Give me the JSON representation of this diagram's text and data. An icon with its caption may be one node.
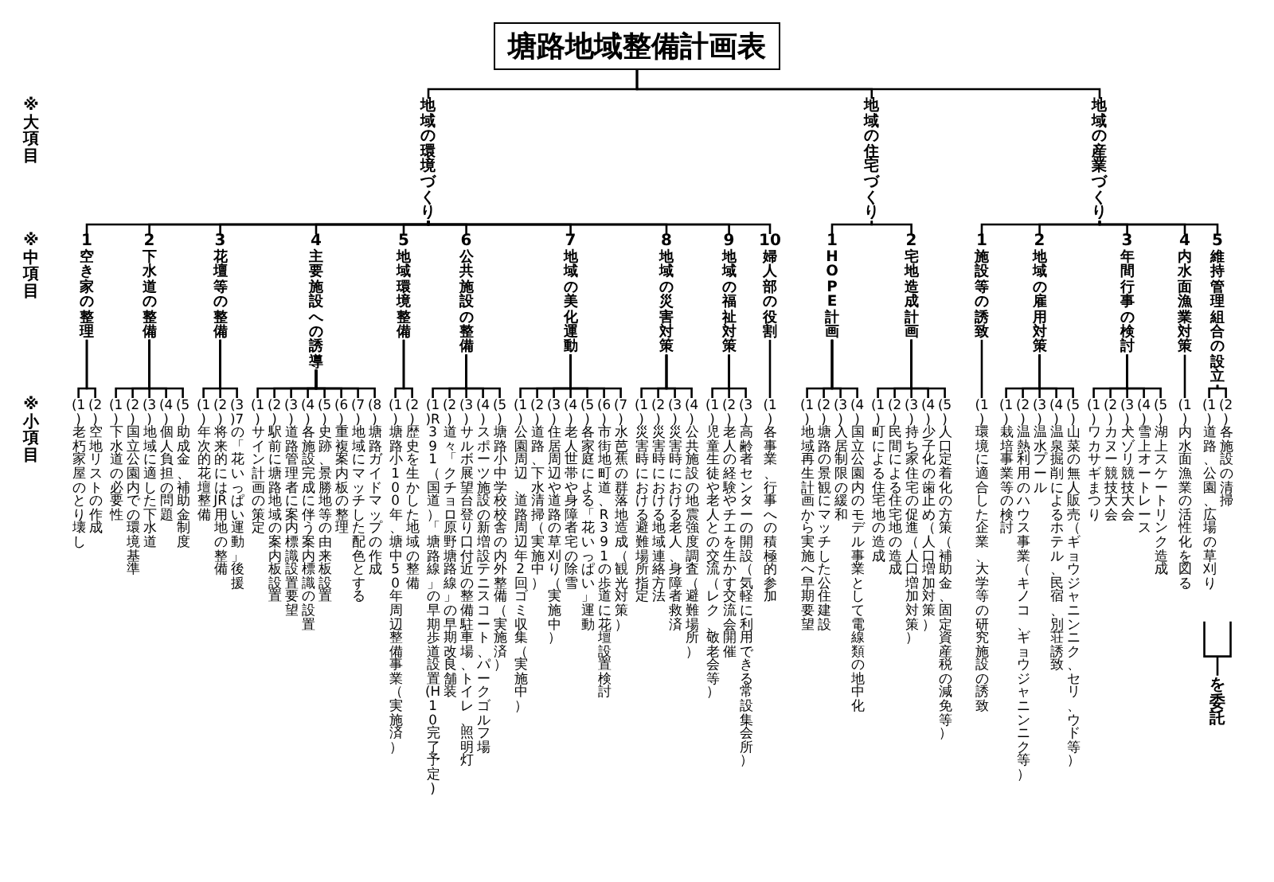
{
  "diagram": {
    "nodes": [
      {
        "text": [
          "塘路地域整備計画表"
        ]
      },
      {
        "text": [
          "地域の環境づくり"
        ]
      },
      {
        "text": [
          "地域の住宅づくり"
        ]
      },
      {
        "text": [
          "地域の産業づくり"
        ]
      },
      {
        "text": [
          "1",
          "空き家の整理"
        ]
      },
      {
        "text": [
          "(1)老朽家屋のとり壊し"
        ]
      },
      {
        "text": [
          "(2)空地リストの作成"
        ]
      },
      {
        "text": [
          "2",
          "下水道の整備"
        ]
      },
      {
        "text": [
          "(1)下水道の必要性"
        ]
      },
      {
        "text": [
          "(2)国立公園内での環境基準"
        ]
      },
      {
        "text": [
          "(3)地域に適した下水道"
        ]
      },
      {
        "text": [
          "(4)個人負担の問題"
        ]
      },
      {
        "text": [
          "(5)助成金、補助金制度"
        ]
      },
      {
        "text": [
          "3",
          "花壇等の整備"
        ]
      },
      {
        "text": [
          "(1)年次的花壇整備"
        ]
      },
      {
        "text": [
          "(2)将来的にはJR用地の整備"
        ]
      },
      {
        "text": [
          "(3)7の「花いっぱい運動」後援"
        ]
      },
      {
        "text": [
          "4",
          "主要施設への誘導"
        ]
      },
      {
        "text": [
          "(1)サイン計画の策定"
        ]
      },
      {
        "text": [
          "(2)駅前に塘路地域の案内板設置"
        ]
      },
      {
        "text": [
          "(3)道路管理者に案内標識設置要望"
        ]
      },
      {
        "text": [
          "(4)各施設完成に伴う案内標識の設置"
        ]
      },
      {
        "text": [
          "(5)史跡、景勝地等の由来板設置"
        ]
      },
      {
        "text": [
          "(6)重複案内板の整理"
        ]
      },
      {
        "text": [
          "(7)地域にマッチした配色とする"
        ]
      },
      {
        "text": [
          "(8)塘路ガイドマップの作成"
        ]
      },
      {
        "text": [
          "5",
          "地域環境整備"
        ]
      },
      {
        "text": [
          "(1)塘路小100年、塘中50年周辺整備事業（実施済）"
        ]
      },
      {
        "text": [
          "(2)歴史を生かした地域の整備"
        ]
      },
      {
        "text": [
          "6",
          "公共施設の整備"
        ]
      },
      {
        "text": [
          "(1)R391（国道）「塘路線」の早期歩道設置(H10完了予定)"
        ]
      },
      {
        "text": [
          "(2)道々「クチョロ原野塘路線」の早期改良舗装"
        ]
      },
      {
        "text": [
          "(3)サルボ展望台登り口付近の整備駐車場、トイレ、照明灯"
        ]
      },
      {
        "text": [
          "(4)スポーツ施設の新増設テニスコート、パークゴルフ場"
        ]
      },
      {
        "text": [
          "(5)塘路小中学校校舎の内外整備（実施済）"
        ]
      },
      {
        "text": [
          "7",
          "地域の美化運動"
        ]
      },
      {
        "text": [
          "(1)公園周辺、道路周辺年2回ゴミ収集（実施中）"
        ]
      },
      {
        "text": [
          "(2)道路、下水清掃（実施中）"
        ]
      },
      {
        "text": [
          "(3)住居周辺や道路の草刈り（実施中）"
        ]
      },
      {
        "text": [
          "(4)老人世帯や身障者宅の除雪"
        ]
      },
      {
        "text": [
          "(5)各家庭による「花いっぱい」運動"
        ]
      },
      {
        "text": [
          "(6)市街地町道、R391の歩道に花壇設置検討"
        ]
      },
      {
        "text": [
          "(7)水芭蕉の群落地造成（観光対策）"
        ]
      },
      {
        "text": [
          "8",
          "地域の災害対策"
        ]
      },
      {
        "text": [
          "(1)災害時における避難場所指定"
        ]
      },
      {
        "text": [
          "(2)災害時における地域連絡方法"
        ]
      },
      {
        "text": [
          "(3)災害時における老人、身障者救済"
        ]
      },
      {
        "text": [
          "(4)公共施設の地震強度調査（避難場所）"
        ]
      },
      {
        "text": [
          "9",
          "地域の福祉対策"
        ]
      },
      {
        "text": [
          "(1)児童生徒や老人との交流（レク、敬老会等）"
        ]
      },
      {
        "text": [
          "(2)老人の経験やチエを生かす交流会開催"
        ]
      },
      {
        "text": [
          "(3)高齢者センターの開設（気軽に利用できる常設集会所）"
        ]
      },
      {
        "text": [
          "10",
          "婦人部の役割"
        ]
      },
      {
        "text": [
          "(1)各事業、行事への積極的参加"
        ]
      },
      {
        "text": [
          "1",
          "HOPE計画"
        ]
      },
      {
        "text": [
          "(1)地域再生計画から実施へ早期要望"
        ]
      },
      {
        "text": [
          "(2)塘路の景観にマッチした公住建設"
        ]
      },
      {
        "text": [
          "(3)入居制限の緩和"
        ]
      },
      {
        "text": [
          "(4)国立公園内のモデル事業として電線類の地中化"
        ]
      },
      {
        "text": [
          "2",
          "宅地造成計画"
        ]
      },
      {
        "text": [
          "(1)町による住宅地の造成"
        ]
      },
      {
        "text": [
          "(2)民間による住宅地の造成"
        ]
      },
      {
        "text": [
          "(3)持ち家住宅の促進（人口増加対策）"
        ]
      },
      {
        "text": [
          "(4)少子化の歯止め（人口増加対策）"
        ]
      },
      {
        "text": [
          "(5)人口定着化の方策（補助金、固定資産税の減免等）"
        ]
      },
      {
        "text": [
          "1",
          "施設等の誘致"
        ]
      },
      {
        "text": [
          "(1)環境に適合した企業、大学等の研究施設の誘致"
        ]
      },
      {
        "text": [
          "2",
          "地域の雇用対策"
        ]
      },
      {
        "text": [
          "(1)栽培事業等の検討"
        ]
      },
      {
        "text": [
          "(2)温熱利用のハウス事業（キノコ、ギョウジャニンニク等）"
        ]
      },
      {
        "text": [
          "(3)温水プール"
        ]
      },
      {
        "text": [
          "(4)温泉掘削によるホテル、民宿、別荘誘致"
        ]
      },
      {
        "text": [
          "(5)山菜の無人販売（ギョウジャニンニク、セリ、ウド等）"
        ]
      },
      {
        "text": [
          "3",
          "年間行事の検討"
        ]
      },
      {
        "text": [
          "(1)ワカサギまつり"
        ]
      },
      {
        "text": [
          "(2)カヌー競技大会"
        ]
      },
      {
        "text": [
          "(3)犬ゾリ競技大会"
        ]
      },
      {
        "text": [
          "(4)雪上オートレース"
        ]
      },
      {
        "text": [
          "(5)湖上スケートリンク造成"
        ]
      },
      {
        "text": [
          "4",
          "内水面漁業対策"
        ]
      },
      {
        "text": [
          "(1)内水面漁業の活性化を図る"
        ]
      },
      {
        "text": [
          "5",
          "維持管理組合の設立"
        ]
      },
      {
        "text": [
          "(1)道路、公園、広場の草刈り"
        ]
      },
      {
        "text": [
          "(2)各施設の清掃"
        ]
      }
    ],
    "edges": [
      {
        "from": 0,
        "to": 1,
        "arrow": "none"
      },
      {
        "from": 0,
        "to": 2,
        "arrow": "none"
      },
      {
        "from": 0,
        "to": 3,
        "arrow": "none"
      },
      {
        "from": 1,
        "to": 4,
        "arrow": "none"
      },
      {
        "from": 1,
        "to": 7,
        "arrow": "none"
      },
      {
        "from": 1,
        "to": 13,
        "arrow": "none"
      },
      {
        "from": 1,
        "to": 17,
        "arrow": "none"
      },
      {
        "from": 1,
        "to": 26,
        "arrow": "none"
      },
      {
        "from": 1,
        "to": 29,
        "arrow": "none"
      },
      {
        "from": 1,
        "to": 35,
        "arrow": "none"
      },
      {
        "from": 1,
        "to": 43,
        "arrow": "none"
      },
      {
        "from": 1,
        "to": 48,
        "arrow": "none"
      },
      {
        "from": 1,
        "to": 52,
        "arrow": "none"
      },
      {
        "from": 4,
        "to": 5,
        "arrow": "none"
      },
      {
        "from": 4,
        "to": 6,
        "arrow": "none"
      },
      {
        "from": 7,
        "to": 8,
        "arrow": "none"
      },
      {
        "from": 7,
        "to": 9,
        "arrow": "none"
      },
      {
        "from": 7,
        "to": 10,
        "arrow": "none"
      },
      {
        "from": 7,
        "to": 11,
        "arrow": "none"
      },
      {
        "from": 7,
        "to": 12,
        "arrow": "none"
      },
      {
        "from": 13,
        "to": 14,
        "arrow": "none"
      },
      {
        "from": 13,
        "to": 15,
        "arrow": "none"
      },
      {
        "from": 13,
        "to": 16,
        "arrow": "none"
      },
      {
        "from": 17,
        "to": 18,
        "arrow": "none"
      },
      {
        "from": 17,
        "to": 19,
        "arrow": "none"
      },
      {
        "from": 17,
        "to": 20,
        "arrow": "none"
      },
      {
        "from": 17,
        "to": 21,
        "arrow": "none"
      },
      {
        "from": 17,
        "to": 22,
        "arrow": "none"
      },
      {
        "from": 17,
        "to": 23,
        "arrow": "none"
      },
      {
        "from": 17,
        "to": 24,
        "arrow": "none"
      },
      {
        "from": 17,
        "to": 25,
        "arrow": "none"
      },
      {
        "from": 26,
        "to": 27,
        "arrow": "none"
      },
      {
        "from": 26,
        "to": 28,
        "arrow": "none"
      },
      {
        "from": 29,
        "to": 30,
        "arrow": "none"
      },
      {
        "from": 29,
        "to": 31,
        "arrow": "none"
      },
      {
        "from": 29,
        "to": 32,
        "arrow": "none"
      },
      {
        "from": 29,
        "to": 33,
        "arrow": "none"
      },
      {
        "from": 29,
        "to": 34,
        "arrow": "none"
      },
      {
        "from": 35,
        "to": 36,
        "arrow": "none"
      },
      {
        "from": 35,
        "to": 37,
        "arrow": "none"
      },
      {
        "from": 35,
        "to": 38,
        "arrow": "none"
      },
      {
        "from": 35,
        "to": 39,
        "arrow": "none"
      },
      {
        "from": 35,
        "to": 40,
        "arrow": "none"
      },
      {
        "from": 35,
        "to": 41,
        "arrow": "none"
      },
      {
        "from": 35,
        "to": 42,
        "arrow": "none"
      },
      {
        "from": 43,
        "to": 44,
        "arrow": "none"
      },
      {
        "from": 43,
        "to": 45,
        "arrow": "none"
      },
      {
        "from": 43,
        "to": 46,
        "arrow": "none"
      },
      {
        "from": 43,
        "to": 47,
        "arrow": "none"
      },
      {
        "from": 48,
        "to": 49,
        "arrow": "none"
      },
      {
        "from": 48,
        "to": 50,
        "arrow": "none"
      },
      {
        "from": 48,
        "to": 51,
        "arrow": "none"
      },
      {
        "from": 52,
        "to": 53,
        "arrow": "none"
      },
      {
        "from": 2,
        "to": 54,
        "arrow": "none"
      },
      {
        "from": 2,
        "to": 59,
        "arrow": "none"
      },
      {
        "from": 54,
        "to": 55,
        "arrow": "none"
      },
      {
        "from": 54,
        "to": 56,
        "arrow": "none"
      },
      {
        "from": 54,
        "to": 57,
        "arrow": "none"
      },
      {
        "from": 54,
        "to": 58,
        "arrow": "none"
      },
      {
        "from": 59,
        "to": 60,
        "arrow": "none"
      },
      {
        "from": 59,
        "to": 61,
        "arrow": "none"
      },
      {
        "from": 59,
        "to": 62,
        "arrow": "none"
      },
      {
        "from": 59,
        "to": 63,
        "arrow": "none"
      },
      {
        "from": 59,
        "to": 64,
        "arrow": "none"
      },
      {
        "from": 3,
        "to": 65,
        "arrow": "none"
      },
      {
        "from": 3,
        "to": 67,
        "arrow": "none"
      },
      {
        "from": 3,
        "to": 73,
        "arrow": "none"
      },
      {
        "from": 3,
        "to": 79,
        "arrow": "none"
      },
      {
        "from": 3,
        "to": 81,
        "arrow": "none"
      },
      {
        "from": 65,
        "to": 66,
        "arrow": "none"
      },
      {
        "from": 67,
        "to": 68,
        "arrow": "none"
      },
      {
        "from": 67,
        "to": 69,
        "arrow": "none"
      },
      {
        "from": 67,
        "to": 70,
        "arrow": "none"
      },
      {
        "from": 67,
        "to": 71,
        "arrow": "none"
      },
      {
        "from": 67,
        "to": 72,
        "arrow": "none"
      },
      {
        "from": 73,
        "to": 74,
        "arrow": "none"
      },
      {
        "from": 73,
        "to": 75,
        "arrow": "none"
      },
      {
        "from": 73,
        "to": 76,
        "arrow": "none"
      },
      {
        "from": 73,
        "to": 77,
        "arrow": "none"
      },
      {
        "from": 73,
        "to": 78,
        "arrow": "none"
      },
      {
        "from": 79,
        "to": 80,
        "arrow": "none"
      },
      {
        "from": 81,
        "to": 82,
        "arrow": "none"
      },
      {
        "from": 81,
        "to": 83,
        "arrow": "none"
      }
    ],
    "labels": [
      "※大項目",
      "※中項目",
      "※小項目",
      "を委託"
    ]
  }
}
